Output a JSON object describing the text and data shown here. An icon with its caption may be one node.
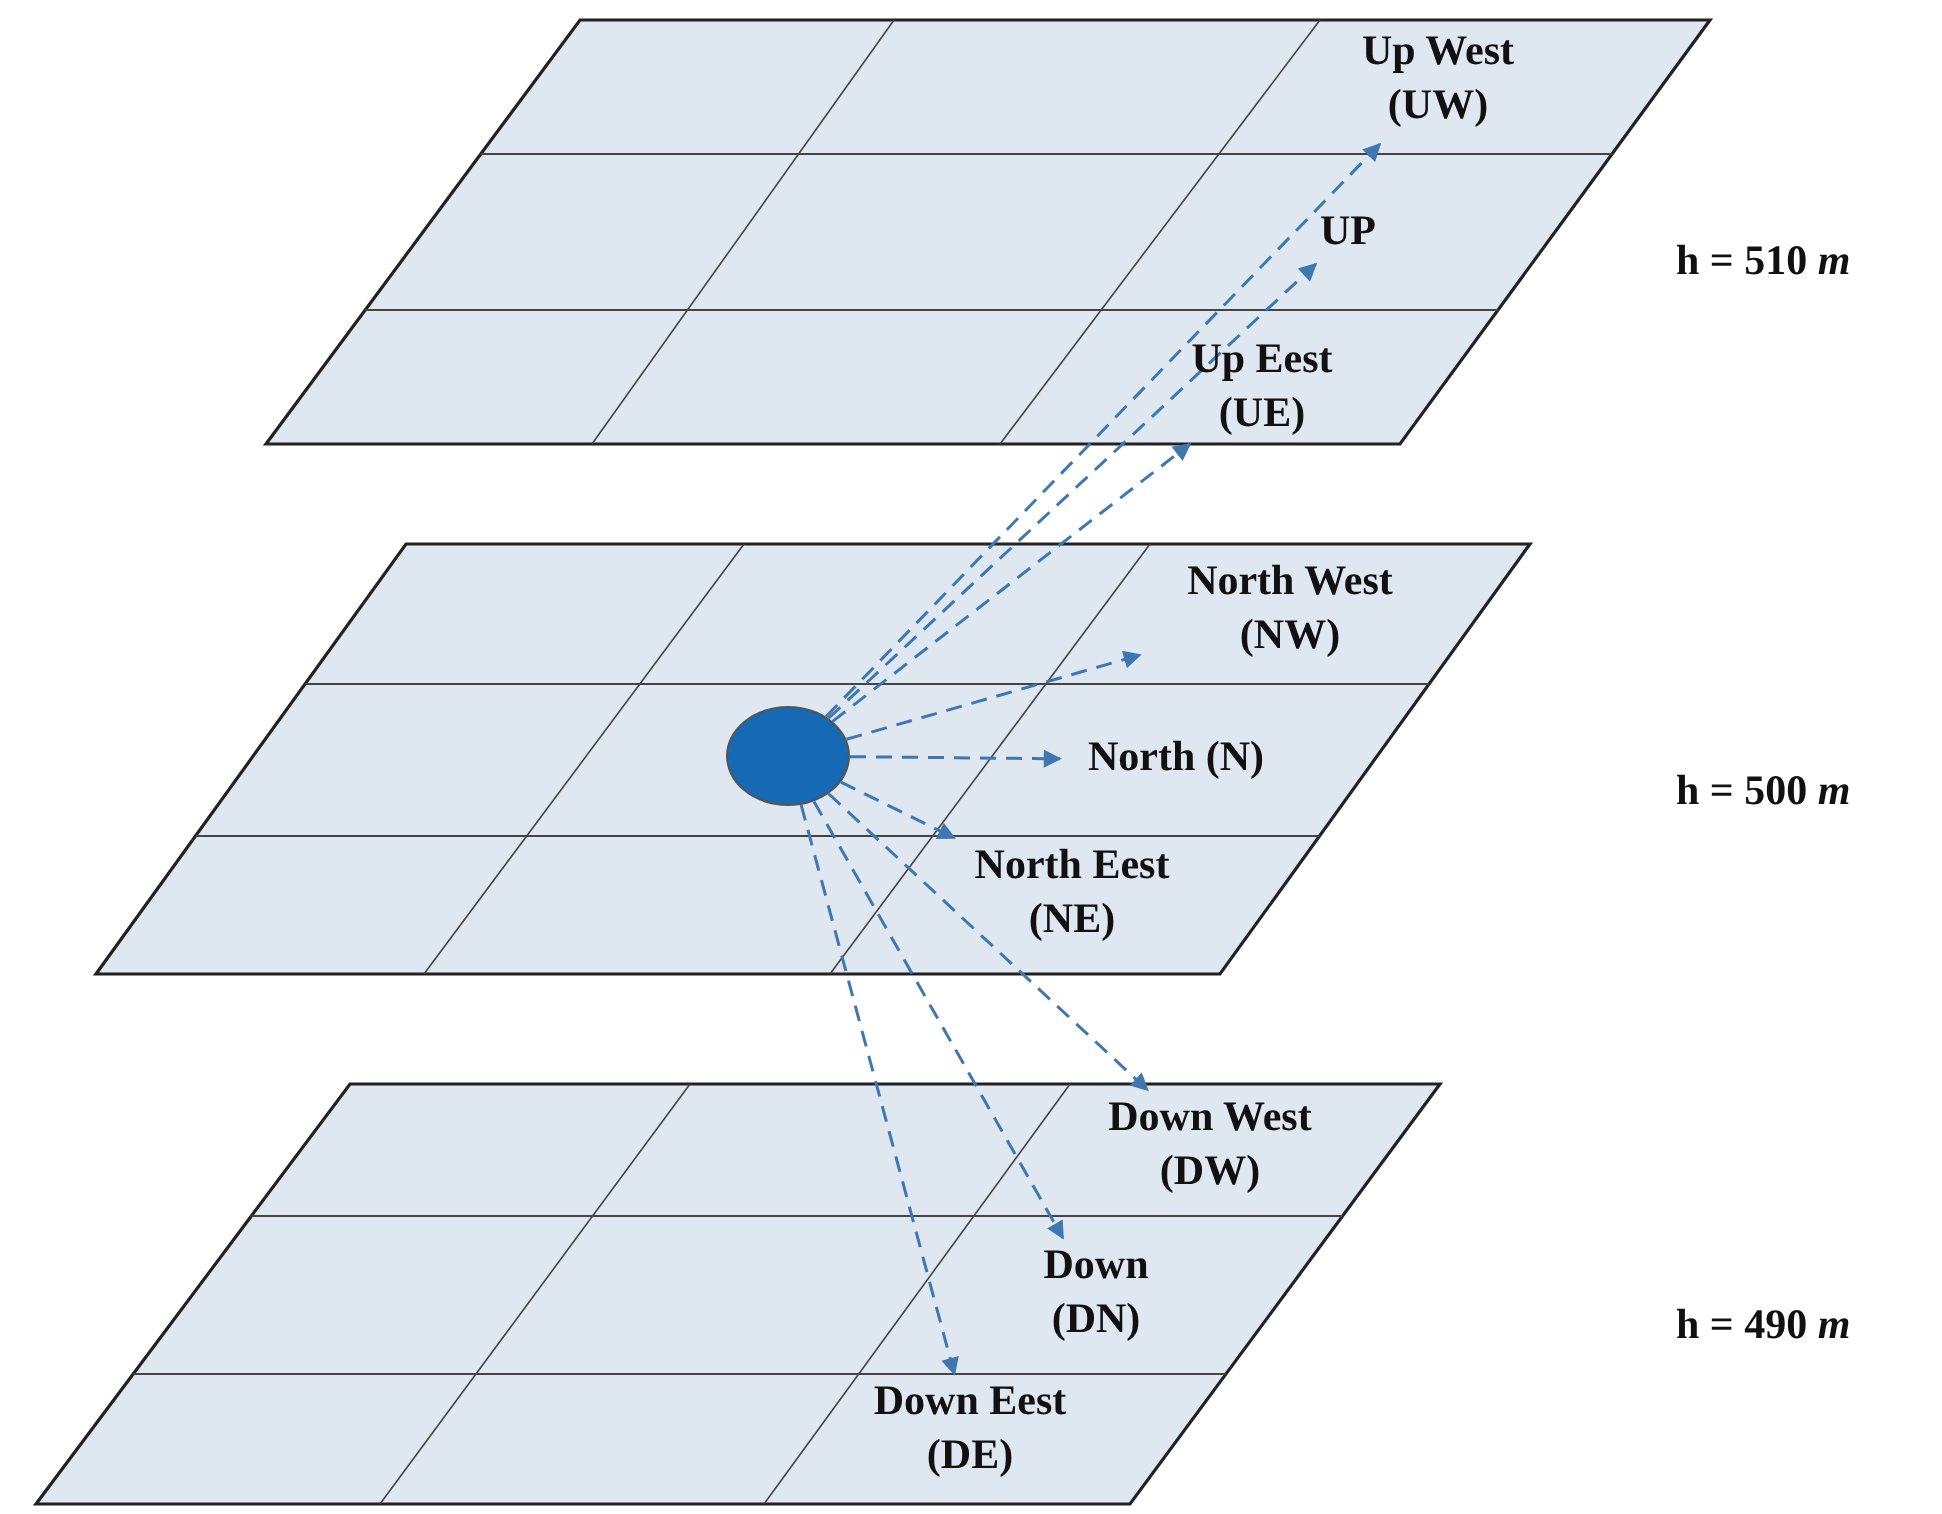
{
  "diagram": {
    "nodes": [
      {
        "text": [],
        "shape": "box"
      },
      {
        "text": [
          "Up West (UW)"
        ],
        "in": 0
      },
      {
        "text": [
          "UP"
        ],
        "in": 0
      },
      {
        "text": [
          "Up Eest (UE)"
        ],
        "in": 0
      },
      {
        "text": [],
        "shape": "box"
      },
      {
        "text": [],
        "shape": "circle",
        "in": 4
      },
      {
        "text": [
          "North West (NW)"
        ],
        "in": 4
      },
      {
        "text": [
          "North (N)"
        ],
        "in": 4
      },
      {
        "text": [
          "North Eest (NE)"
        ],
        "in": 4
      },
      {
        "text": [],
        "shape": "box"
      },
      {
        "text": [
          "Down West (DW)"
        ],
        "in": 9
      },
      {
        "text": [
          "Down (DN)"
        ],
        "in": 9
      },
      {
        "text": [
          "Down Eest (DE)"
        ],
        "in": 9
      }
    ],
    "edges": [
      {
        "from": 5,
        "to": 1,
        "arrow": "to",
        "style": "dashed"
      },
      {
        "from": 5,
        "to": 2,
        "arrow": "to",
        "style": "dashed"
      },
      {
        "from": 5,
        "to": 3,
        "arrow": "to",
        "style": "dashed"
      },
      {
        "from": 5,
        "to": 6,
        "arrow": "to",
        "style": "dashed"
      },
      {
        "from": 5,
        "to": 7,
        "arrow": "to",
        "style": "dashed"
      },
      {
        "from": 5,
        "to": 8,
        "arrow": "to",
        "style": "dashed"
      },
      {
        "from": 5,
        "to": 10,
        "arrow": "to",
        "style": "dashed"
      },
      {
        "from": 5,
        "to": 11,
        "arrow": "to",
        "style": "dashed"
      },
      {
        "from": 5,
        "to": 12,
        "arrow": "to",
        "style": "dashed"
      }
    ],
    "labels": [
      "h = 510 *m*",
      "h = 500 *m*",
      "h = 490 *m*"
    ]
  }
}
